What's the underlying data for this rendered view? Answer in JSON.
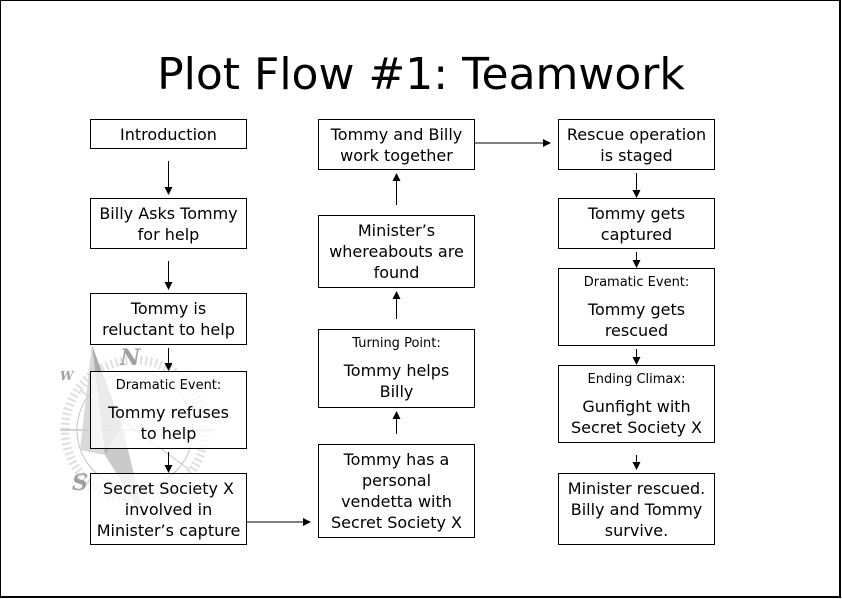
{
  "title": "Plot Flow #1: Teamwork",
  "colors": {
    "line": "#000000",
    "background": "#ffffff",
    "watermark": "#bdbdbd"
  },
  "watermark": {
    "icon": "compass-rose-icon",
    "letters": {
      "north": "N",
      "south": "S",
      "west": "W"
    }
  },
  "nodes": {
    "introduction": {
      "text": "Introduction"
    },
    "billy_asks": {
      "text": "Billy Asks Tommy\nfor help"
    },
    "reluctant": {
      "text": "Tommy is\nreluctant to help"
    },
    "refuses": {
      "label": "Dramatic Event:",
      "text": "Tommy refuses\nto help"
    },
    "secret_society": {
      "text": "Secret Society X\ninvolved in\nMinister’s capture"
    },
    "vendetta": {
      "text": "Tommy has a\npersonal\nvendetta with\nSecret Society X"
    },
    "turning_point": {
      "label": "Turning Point:",
      "text": "Tommy helps\nBilly"
    },
    "whereabouts": {
      "text": "Minister’s\nwhereabouts are\nfound"
    },
    "work_together": {
      "text": "Tommy and Billy\nwork together"
    },
    "rescue_staged": {
      "text": "Rescue operation\nis staged"
    },
    "captured": {
      "text": "Tommy gets\ncaptured"
    },
    "rescued": {
      "label": "Dramatic Event:",
      "text": "Tommy gets\nrescued"
    },
    "climax": {
      "label": "Ending Climax:",
      "text": "Gunfight with\nSecret Society X"
    },
    "survive": {
      "text": "Minister rescued.\nBilly and Tommy\nsurvive."
    }
  },
  "edges": [
    [
      "introduction",
      "billy_asks"
    ],
    [
      "billy_asks",
      "reluctant"
    ],
    [
      "reluctant",
      "refuses"
    ],
    [
      "refuses",
      "secret_society"
    ],
    [
      "secret_society",
      "vendetta"
    ],
    [
      "vendetta",
      "turning_point"
    ],
    [
      "turning_point",
      "whereabouts"
    ],
    [
      "whereabouts",
      "work_together"
    ],
    [
      "work_together",
      "rescue_staged"
    ],
    [
      "rescue_staged",
      "captured"
    ],
    [
      "captured",
      "rescued"
    ],
    [
      "rescued",
      "climax"
    ],
    [
      "climax",
      "survive"
    ]
  ]
}
